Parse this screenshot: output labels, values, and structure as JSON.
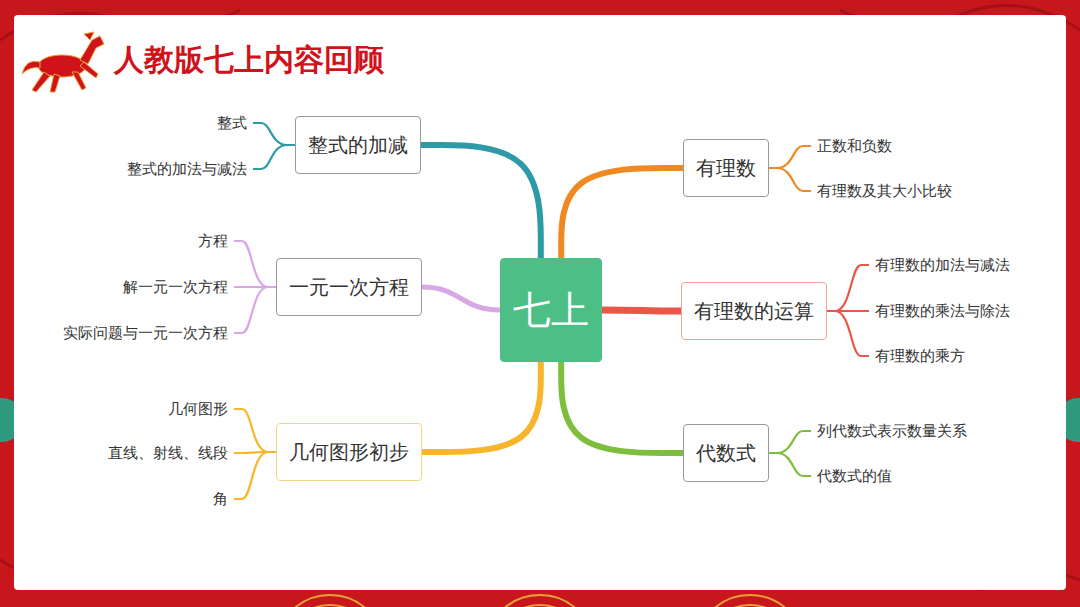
{
  "diagram": {
    "title": "人教版七上内容回顾",
    "nodes": [
      {
        "text": [
          "七上"
        ]
      },
      {
        "text": [
          "整式的加减"
        ]
      },
      {
        "text": [
          "一元一次方程"
        ]
      },
      {
        "text": [
          "几何图形初步"
        ]
      },
      {
        "text": [
          "有理数"
        ]
      },
      {
        "text": [
          "有理数的运算"
        ]
      },
      {
        "text": [
          "代数式"
        ]
      }
    ],
    "edges": [
      {
        "from": 0,
        "to": 1,
        "arrow": "none"
      },
      {
        "from": 0,
        "to": 2,
        "arrow": "none"
      },
      {
        "from": 0,
        "to": 3,
        "arrow": "none"
      },
      {
        "from": 0,
        "to": 4,
        "arrow": "none"
      },
      {
        "from": 0,
        "to": 5,
        "arrow": "none"
      },
      {
        "from": 0,
        "to": 6,
        "arrow": "none"
      }
    ],
    "labels": [
      "整式",
      "整式的加法与减法",
      "方程",
      "解一元一次方程",
      "实际问题与一元一次方程",
      "几何图形",
      "直线、射线、线段",
      "角",
      "正数和负数",
      "有理数及其大小比较",
      "有理数的加法与减法",
      "有理数的乘法与除法",
      "有理数的乘方",
      "列代数式表示数量关系",
      "代数式的值"
    ]
  }
}
